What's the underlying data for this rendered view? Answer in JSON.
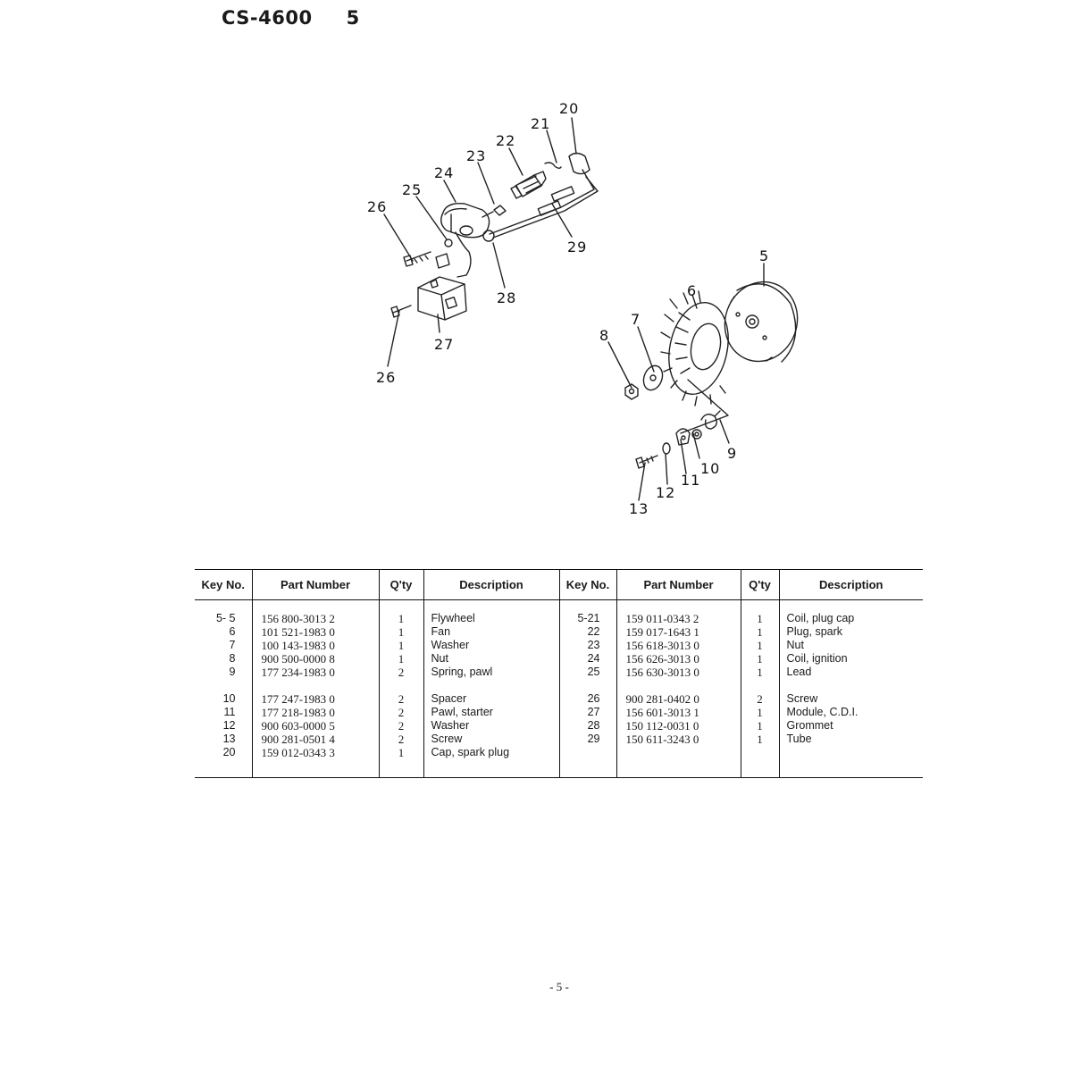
{
  "header": {
    "model": "CS-4600",
    "section": "5"
  },
  "diagram": {
    "callouts": [
      "20",
      "21",
      "22",
      "23",
      "24",
      "25",
      "26",
      "29",
      "28",
      "5",
      "6",
      "7",
      "8",
      "27",
      "26",
      "9",
      "10",
      "11",
      "12",
      "13"
    ]
  },
  "table": {
    "headers": [
      "Key No.",
      "Part Number",
      "Q'ty",
      "Description",
      "Key No.",
      "Part Number",
      "Q'ty",
      "Description"
    ],
    "rows": [
      [
        "5- 5",
        "156 800-3013 2",
        "1",
        "Flywheel",
        "5-21",
        "159 011-0343 2",
        "1",
        "Coil, plug cap"
      ],
      [
        "6",
        "101 521-1983 0",
        "1",
        "Fan",
        "22",
        "159 017-1643 1",
        "1",
        "Plug, spark"
      ],
      [
        "7",
        "100 143-1983 0",
        "1",
        "Washer",
        "23",
        "156 618-3013 0",
        "1",
        "Nut"
      ],
      [
        "8",
        "900 500-0000 8",
        "1",
        "Nut",
        "24",
        "156 626-3013 0",
        "1",
        "Coil, ignition"
      ],
      [
        "9",
        "177 234-1983 0",
        "2",
        "Spring, pawl",
        "25",
        "156 630-3013 0",
        "1",
        "Lead"
      ],
      [
        "10",
        "177 247-1983 0",
        "2",
        "Spacer",
        "26",
        "900 281-0402 0",
        "2",
        "Screw"
      ],
      [
        "11",
        "177 218-1983 0",
        "2",
        "Pawl, starter",
        "27",
        "156 601-3013 1",
        "1",
        "Module, C.D.I."
      ],
      [
        "12",
        "900 603-0000 5",
        "2",
        "Washer",
        "28",
        "150 112-0031 0",
        "1",
        "Grommet"
      ],
      [
        "13",
        "900 281-0501 4",
        "2",
        "Screw",
        "29",
        "150 611-3243 0",
        "1",
        "Tube"
      ],
      [
        "20",
        "159 012-0343 3",
        "1",
        "Cap, spark plug",
        "",
        "",
        "",
        ""
      ]
    ]
  },
  "footer": {
    "page": "- 5 -"
  }
}
